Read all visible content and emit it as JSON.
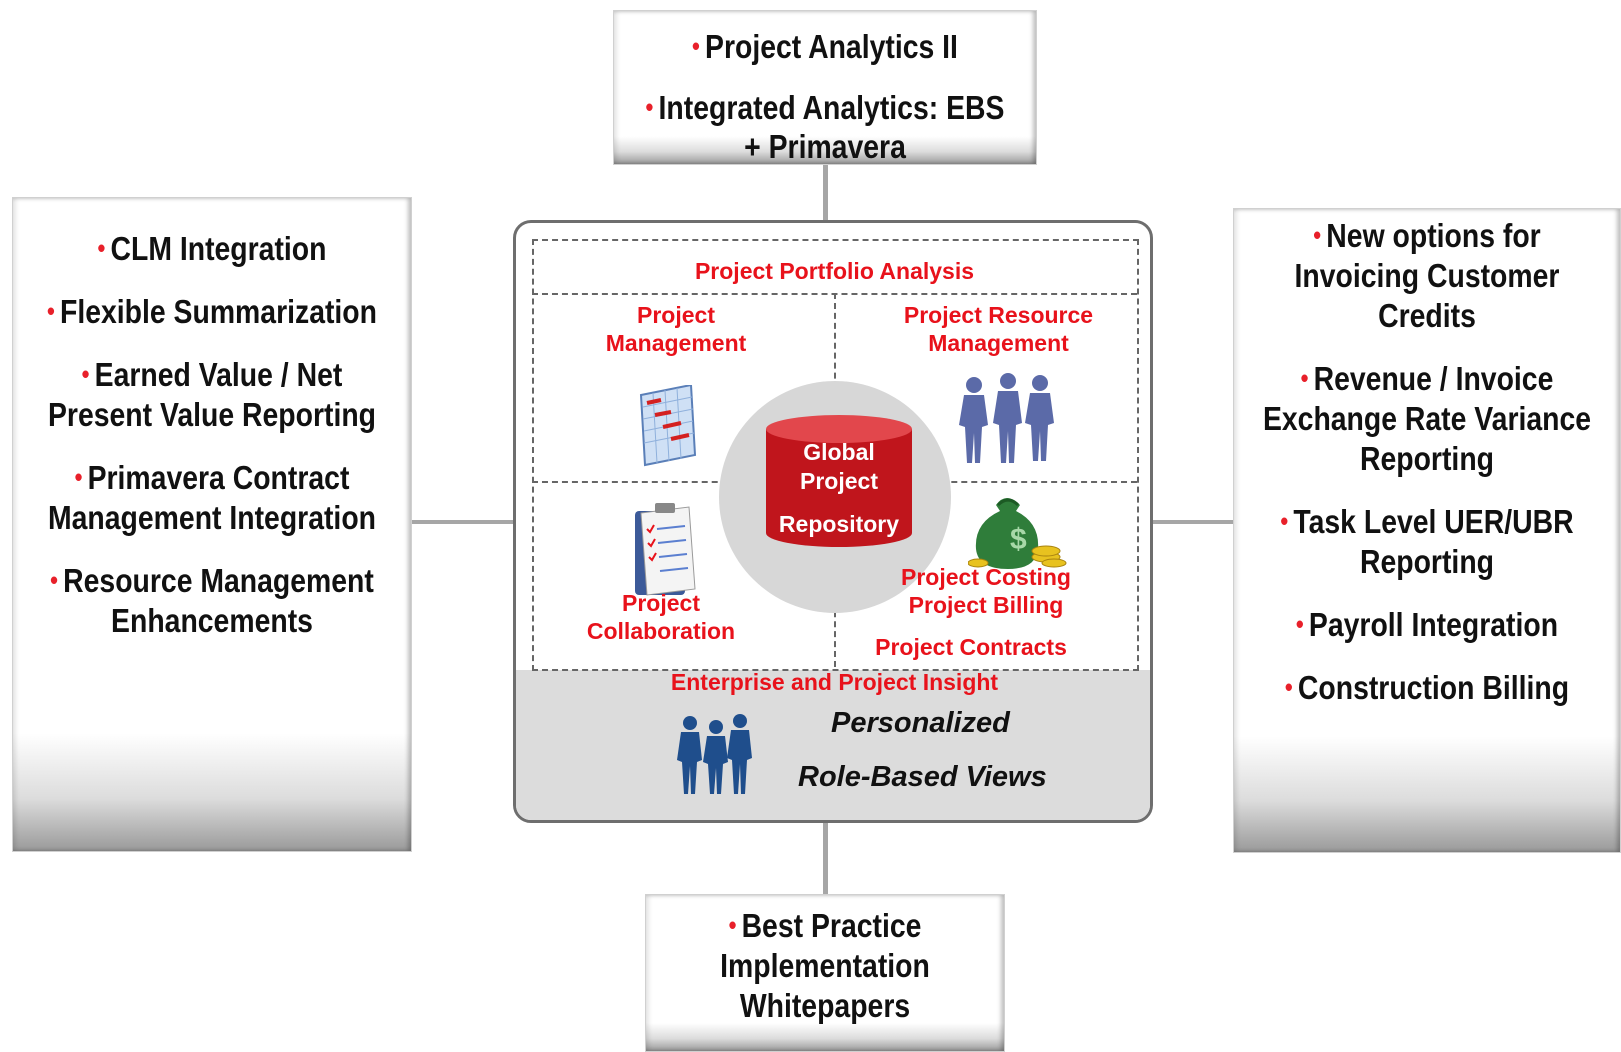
{
  "top_box": {
    "items": [
      "Project Analytics II",
      "Integrated Analytics: EBS + Primavera"
    ]
  },
  "left_box": {
    "items": [
      "CLM Integration",
      "Flexible Summarization",
      "Earned Value / Net Present Value Reporting",
      "Primavera Contract Management Integration",
      "Resource Management Enhancements"
    ]
  },
  "right_box": {
    "items": [
      "New options for Invoicing Customer Credits",
      "Revenue / Invoice Exchange Rate Variance Reporting",
      "Task Level UER/UBR Reporting",
      "Payroll Integration",
      "Construction Billing"
    ]
  },
  "bottom_box": {
    "items": [
      "Best Practice Implementation Whitepapers"
    ]
  },
  "center": {
    "portfolio": "Project Portfolio Analysis",
    "project_management": "Project Management",
    "resource_management": "Project Resource Management",
    "collaboration": "Project Collaboration",
    "costing": "Project Costing",
    "billing": "Project Billing",
    "contracts": "Project Contracts",
    "repository_line1": "Global",
    "repository_line2": "Project",
    "repository_line3": "Repository",
    "insight": "Enterprise and Project Insight",
    "views_line1": "Personalized",
    "views_line2": "Role-Based Views"
  },
  "colors": {
    "accent_red": "#e8121b",
    "bullet_red": "#e8202a",
    "box_gray": "#dcdcdc",
    "figure_blue": "#1f4e8c"
  },
  "icons": [
    "gantt-chart-icon",
    "people-silhouettes-icon",
    "checklist-clipboard-icon",
    "money-bag-icon",
    "database-cylinder-icon",
    "role-people-icon"
  ]
}
